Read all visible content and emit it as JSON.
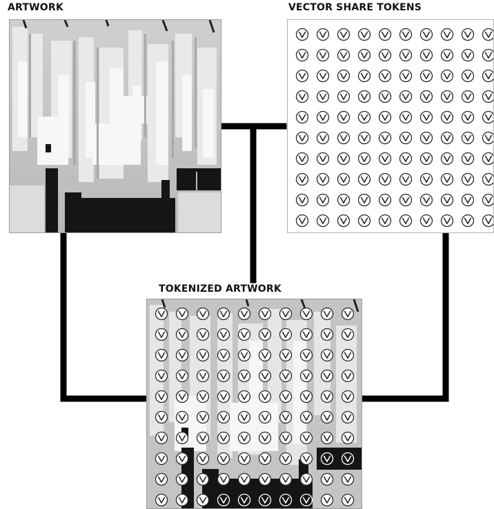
{
  "labels": {
    "artwork": "ARTWORK",
    "vector_tokens": "VECTOR SHARE TOKENS",
    "tokenized": "TOKENIZED ARTWORK"
  },
  "token": {
    "icon": "v-circle-icon",
    "glyph": "V"
  },
  "token_grid": {
    "rows": 10,
    "cols": 10
  },
  "tokenized_dark_cells": [
    [
      7,
      8
    ],
    [
      7,
      9
    ],
    [
      9,
      3
    ],
    [
      9,
      4
    ],
    [
      9,
      5
    ],
    [
      9,
      6
    ],
    [
      9,
      7
    ]
  ],
  "colors": {
    "connector": "#000000",
    "panel_border": "#9a9a9a",
    "token_stroke": "#2a2a2a",
    "token_fill": "#ffffff",
    "dark_block": "#151515"
  }
}
